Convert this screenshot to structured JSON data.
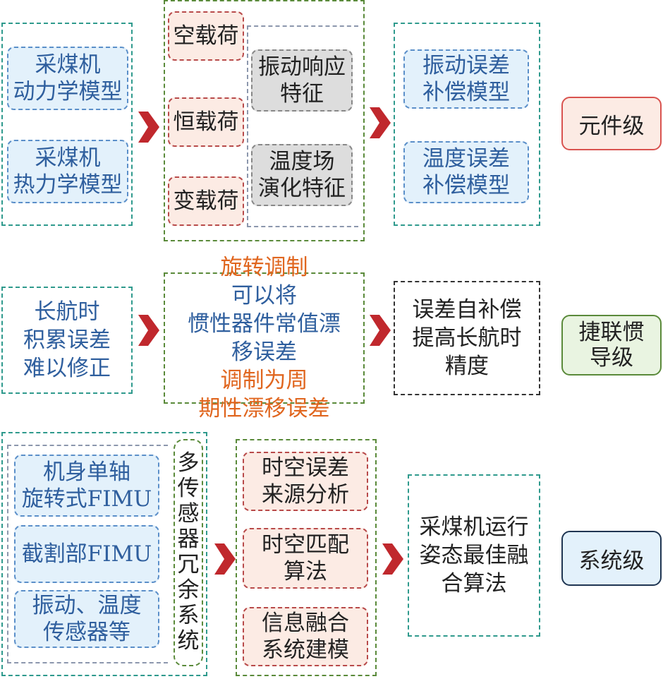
{
  "row1": {
    "models": [
      {
        "lines": [
          "采煤机",
          "动力学模型"
        ]
      },
      {
        "lines": [
          "采煤机",
          "热力学模型"
        ]
      }
    ],
    "loads": [
      "空载荷",
      "恒载荷",
      "变载荷"
    ],
    "features": [
      {
        "lines": [
          "振动响应",
          "特征"
        ]
      },
      {
        "lines": [
          "温度场",
          "演化特征"
        ]
      }
    ],
    "compensation": [
      {
        "lines": [
          "振动误差",
          "补偿模型"
        ]
      },
      {
        "lines": [
          "温度误差",
          "补偿模型"
        ]
      }
    ],
    "level": "元件级"
  },
  "row2": {
    "problem": [
      "长航时",
      "积累误差",
      "难以修正"
    ],
    "method": {
      "l1_orange": "旋转调制",
      "l1_blue": "可以将",
      "l2_blue": "惯性器件常值漂",
      "l3_blue": "移误差",
      "l3_orange": "调制为周",
      "l4_orange": "期性漂移误差"
    },
    "result": [
      "误差自补偿",
      "提高长航时",
      "精度"
    ],
    "level": [
      "捷联惯",
      "导级"
    ]
  },
  "row3": {
    "sensors": [
      {
        "lines": [
          "机身单轴",
          "旋转式FIMU"
        ]
      },
      {
        "lines": [
          "截割部FIMU"
        ]
      },
      {
        "lines": [
          "振动、温度",
          "传感器等"
        ]
      }
    ],
    "redundant": [
      "多",
      "传",
      "感",
      "器",
      "冗",
      "余",
      "系",
      "统"
    ],
    "steps": [
      {
        "lines": [
          "时空误差",
          "来源分析"
        ]
      },
      {
        "lines": [
          "时空匹配",
          "算法"
        ]
      },
      {
        "lines": [
          "信息融合",
          "系统建模"
        ]
      }
    ],
    "result": [
      "采煤机运行",
      "姿态最佳融",
      "合算法"
    ],
    "level": "系统级"
  },
  "colors": {
    "arrow": "#c0282d",
    "blue_text": "#2f5f9e",
    "orange_text": "#e0661f",
    "level_component_fill": "#fcebe4",
    "level_component_border": "#d9534f",
    "level_sins_fill": "#e9f4e1",
    "level_sins_border": "#5a8a3a",
    "level_system_fill": "#e3f1fb",
    "level_system_border": "#1f3552"
  },
  "icons": [
    "right-arrow-icon"
  ]
}
